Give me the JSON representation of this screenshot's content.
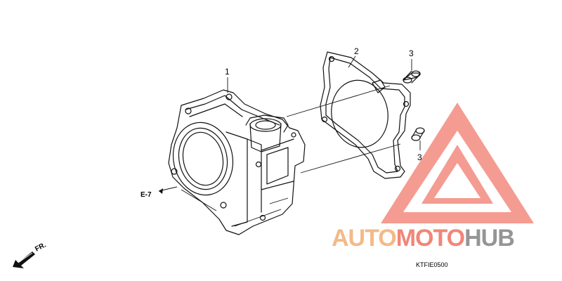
{
  "callouts": {
    "cylinder": "1",
    "gasket": "2",
    "dowel_upper": "3",
    "dowel_lower": "3"
  },
  "reference": {
    "e7": "E-7",
    "front": "FR."
  },
  "diagram_code": "KTFIE0500",
  "watermark": {
    "part1": "AUTO",
    "part2": "MOTO",
    "part3": "HUB",
    "colors": {
      "orange": "#f4b27a",
      "salmon": "#f07a6a",
      "gray": "#8a8a8a",
      "triangle": "#f38b80"
    }
  }
}
